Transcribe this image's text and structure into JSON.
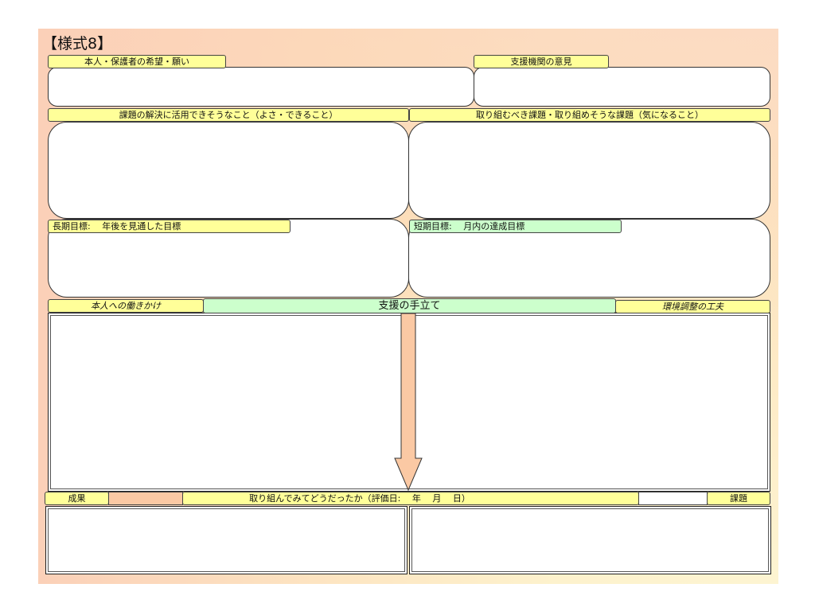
{
  "form": {
    "title": "【様式8】",
    "sections": {
      "wishes": {
        "label": "本人・保護者の希望・願い",
        "value": ""
      },
      "agency_opinion": {
        "label": "支援機関の意見",
        "value": ""
      },
      "strengths": {
        "label": "課題の解決に活用できそうなこと（よさ・できること）",
        "value": ""
      },
      "issues": {
        "label": "取り組むべき課題・取り組めそうな課題（気になること）",
        "value": ""
      },
      "long_term_goal": {
        "label": "長期目標:　 年後を見通した目標",
        "value": ""
      },
      "short_term_goal": {
        "label": "短期目標:　 月内の達成目標",
        "value": ""
      },
      "support_plan": {
        "label": "支援の手立て",
        "left_label": "本人への働きかけ",
        "right_label": "環境調整の工夫",
        "left_value": "",
        "right_value": ""
      },
      "evaluation": {
        "result_label": "成果",
        "result_value": "",
        "center_label": "取り組んでみてどうだったか（評価日:　 年　 月　 日）",
        "issue_label": "課題",
        "issue_value": "",
        "left_value": "",
        "right_value": ""
      }
    }
  },
  "colors": {
    "label_yellow": "#ffff99",
    "label_green": "#ccffcc",
    "arrow_fill": "#fbc9a4",
    "background_peach": "#fbd3bd"
  }
}
